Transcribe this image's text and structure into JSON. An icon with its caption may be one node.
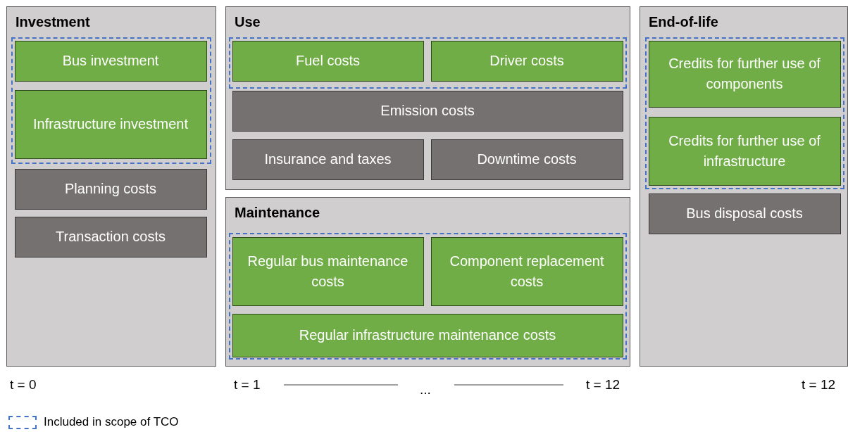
{
  "diagram": {
    "nodes": [
      {
        "text": [
          "Investment"
        ]
      },
      {
        "text": [],
        "shape": "box",
        "in": 0
      },
      {
        "text": [
          "Bus investment"
        ],
        "in": 1
      },
      {
        "text": [
          "Infrastructure investment"
        ],
        "in": 1
      },
      {
        "text": [
          "Planning costs"
        ],
        "in": 0
      },
      {
        "text": [
          "Transaction costs"
        ],
        "in": 0
      },
      {
        "text": [
          "Use"
        ]
      },
      {
        "text": [],
        "shape": "box",
        "in": 6
      },
      {
        "text": [
          "Fuel costs"
        ],
        "in": 7
      },
      {
        "text": [
          "Driver costs"
        ],
        "in": 7
      },
      {
        "text": [
          "Emission costs"
        ],
        "in": 6
      },
      {
        "text": [
          "Insurance and taxes"
        ],
        "in": 6
      },
      {
        "text": [
          "Downtime costs"
        ],
        "in": 6
      },
      {
        "text": [
          "Maintenance"
        ]
      },
      {
        "text": [],
        "shape": "box",
        "in": 13
      },
      {
        "text": [
          "Regular bus maintenance costs"
        ],
        "in": 14
      },
      {
        "text": [
          "Component replacement costs"
        ],
        "in": 14
      },
      {
        "text": [
          "Regular infrastructure maintenance costs"
        ],
        "in": 14
      },
      {
        "text": [
          "End-of-life"
        ]
      },
      {
        "text": [],
        "shape": "box",
        "in": 18
      },
      {
        "text": [
          "Credits for further use of components"
        ],
        "in": 19
      },
      {
        "text": [
          "Credits for further use of infrastructure"
        ],
        "in": 19
      },
      {
        "text": [
          "Bus disposal costs"
        ],
        "in": 18
      }
    ],
    "labels": [
      "t = 0",
      "t = 1",
      "...",
      "t = 12",
      "t = 12"
    ],
    "legend": [
      {
        "text": "Included in scope of TCO"
      }
    ]
  }
}
